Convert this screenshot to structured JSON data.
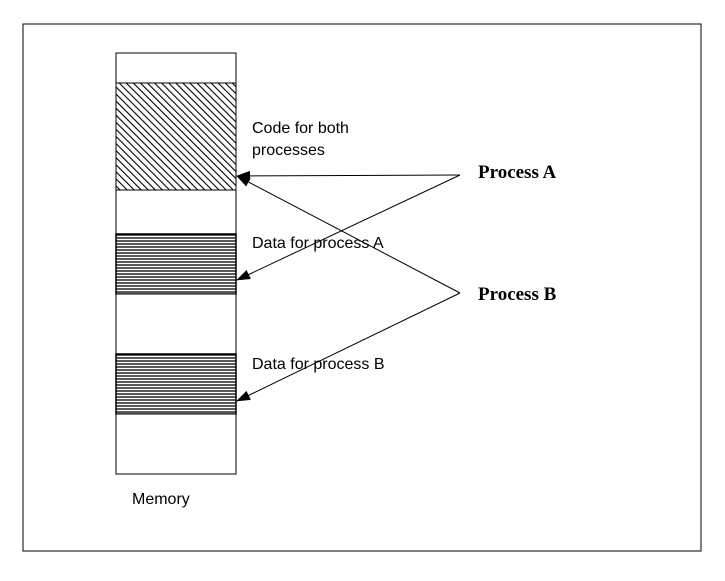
{
  "memory": {
    "label": "Memory",
    "segments": [
      {
        "id": "free-1",
        "fill": "blank"
      },
      {
        "id": "code",
        "fill": "diagonal-hatch",
        "label_line1": "Code for both",
        "label_line2": "processes"
      },
      {
        "id": "free-2",
        "fill": "blank"
      },
      {
        "id": "data-a",
        "fill": "horizontal-lines",
        "label": "Data for process A"
      },
      {
        "id": "free-3",
        "fill": "blank"
      },
      {
        "id": "data-b",
        "fill": "horizontal-lines",
        "label": "Data for process B"
      },
      {
        "id": "free-4",
        "fill": "blank"
      }
    ]
  },
  "processes": {
    "a": {
      "label": "Process A",
      "points_to": [
        "code",
        "data-a"
      ]
    },
    "b": {
      "label": "Process B",
      "points_to": [
        "code",
        "data-b"
      ]
    }
  },
  "colors": {
    "line": "#000000",
    "background": "#ffffff"
  }
}
